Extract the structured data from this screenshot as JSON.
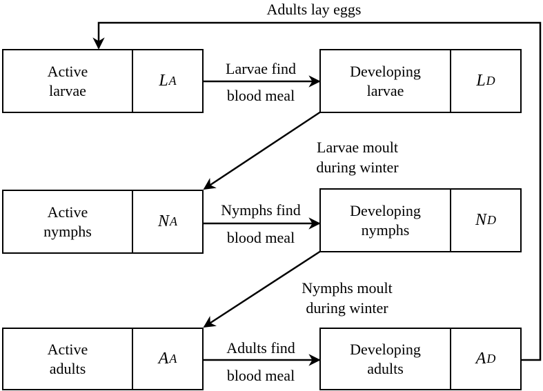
{
  "diagram": {
    "top_label": "Adults lay eggs",
    "boxes": {
      "la": {
        "label": "Active\nlarvae",
        "sym": "L",
        "sub": "A"
      },
      "ld": {
        "label": "Developing\nlarvae",
        "sym": "L",
        "sub": "D"
      },
      "na": {
        "label": "Active\nnymphs",
        "sym": "N",
        "sub": "A"
      },
      "nd": {
        "label": "Developing\nnymphs",
        "sym": "N",
        "sub": "D"
      },
      "aa": {
        "label": "Active\nadults",
        "sym": "A",
        "sub": "A"
      },
      "ad": {
        "label": "Developing\nadults",
        "sym": "A",
        "sub": "D"
      }
    },
    "arrows": {
      "larvae_find": {
        "line1": "Larvae find",
        "line2": "blood meal"
      },
      "nymphs_find": {
        "line1": "Nymphs find",
        "line2": "blood meal"
      },
      "adults_find": {
        "line1": "Adults find",
        "line2": "blood meal"
      },
      "larvae_moult": "Larvae moult\nduring winter",
      "nymphs_moult": "Nymphs moult\nduring winter"
    }
  }
}
